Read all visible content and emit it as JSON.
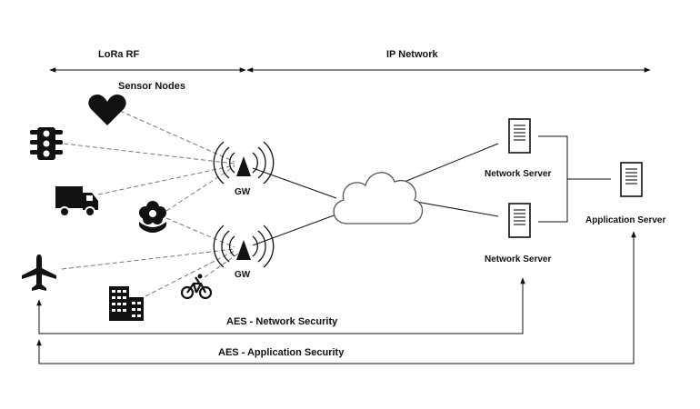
{
  "labels": {
    "lora_rf": "LoRa RF",
    "ip_network": "IP Network",
    "sensor_nodes": "Sensor Nodes",
    "gw_top": "GW",
    "gw_bottom": "GW",
    "network_server_top": "Network Server",
    "network_server_bottom": "Network Server",
    "application_server": "Application Server",
    "aes_network": "AES - Network Security",
    "aes_application": "AES - Application Security"
  },
  "icons": {
    "sensors": [
      "heart-icon",
      "traffic-light-icon",
      "truck-icon",
      "flower-icon",
      "airplane-icon",
      "building-icon",
      "bicycle-icon"
    ],
    "gateway": "antenna-icon",
    "network": "cloud-icon",
    "server": "server-icon"
  },
  "colors": {
    "ink": "#111111",
    "dashed_link": "#777777",
    "cloud_stroke": "#555555"
  }
}
